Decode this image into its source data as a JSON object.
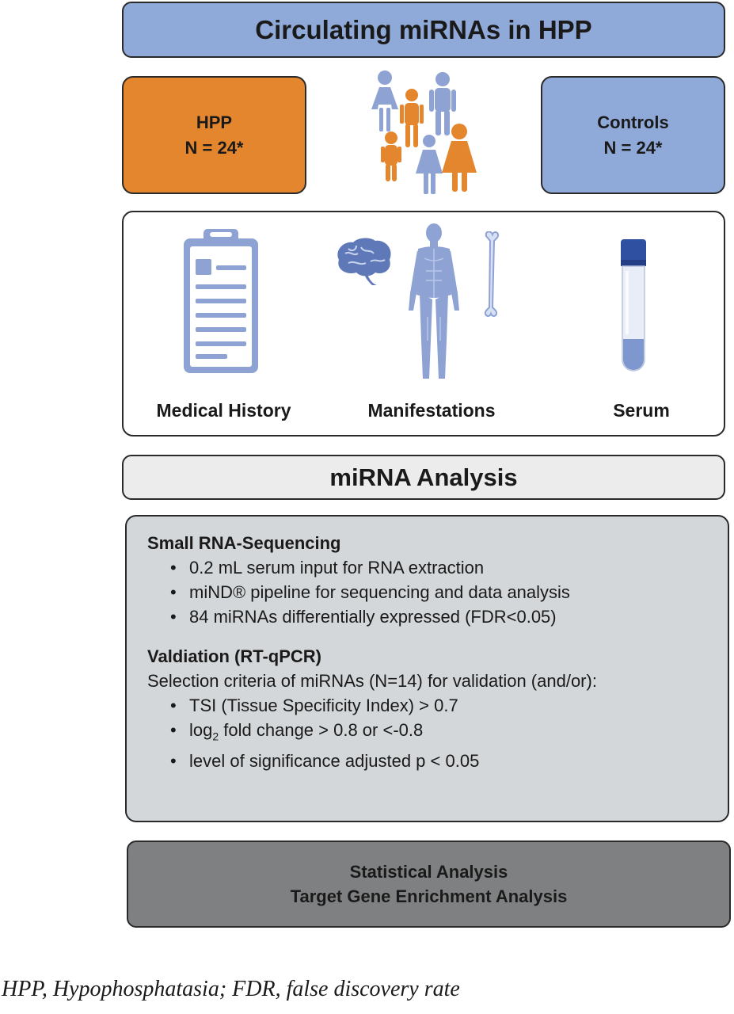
{
  "title": "Circulating miRNAs in HPP",
  "groups": {
    "hpp": {
      "name": "HPP",
      "n": "N = 24*",
      "color": "#e4862d"
    },
    "controls": {
      "name": "Controls",
      "n": "N = 24*",
      "color": "#8fa9d8"
    }
  },
  "panel": {
    "items": [
      {
        "label": "Medical History",
        "icon": "clipboard-icon"
      },
      {
        "label": "Manifestations",
        "icon": "body-icon"
      },
      {
        "label": "Serum",
        "icon": "blood-tube-icon"
      }
    ]
  },
  "analysis": {
    "title": "miRNA Analysis"
  },
  "sequencing": {
    "heading": "Small RNA-Sequencing",
    "bullets": [
      "0.2 mL serum input for RNA extraction",
      "miND® pipeline for sequencing and data analysis",
      "84 miRNAs differentially expressed (FDR<0.05)"
    ]
  },
  "validation": {
    "heading": "Valdiation (RT-qPCR)",
    "intro": "Selection criteria of miRNAs (N=14) for validation (and/or):",
    "bullets": [
      "TSI (Tissue Specificity Index) > 0.7",
      "fold change > 0.8 or <-0.8",
      "level of significance adjusted p < 0.05"
    ],
    "log_prefix": "log",
    "log_base": "2"
  },
  "stats": {
    "line1": "Statistical Analysis",
    "line2": "Target Gene Enrichment Analysis"
  },
  "caption": "HPP, Hypophosphatasia; FDR, false discovery rate",
  "colors": {
    "accent_blue": "#8fa9d8",
    "accent_orange": "#e4862d",
    "icon_blue": "#8ea2d3",
    "methods_bg": "#d4d7d9",
    "stats_bg": "#7f8081"
  }
}
